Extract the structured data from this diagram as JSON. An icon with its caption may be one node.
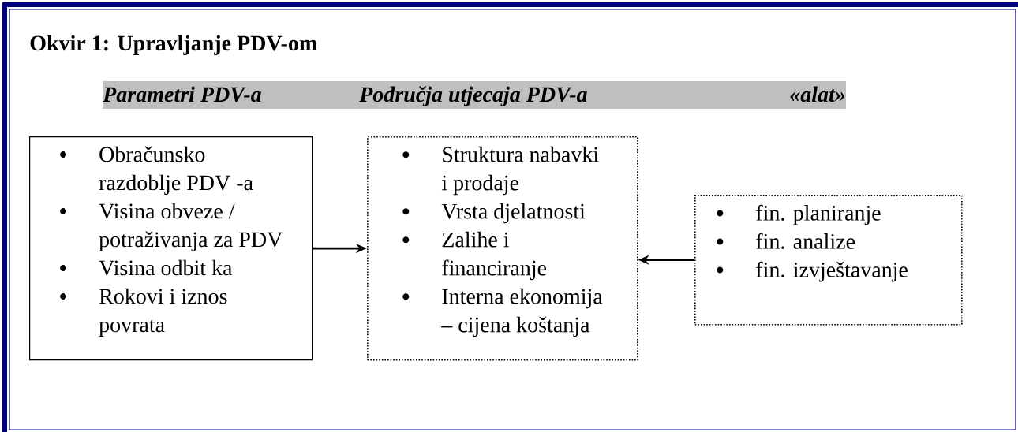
{
  "diagram": {
    "title": "Okvir 1: Upravljanje PDV-om",
    "nodes": [
      {
        "text": [
          "Obračunsko razdoblje PDV -a",
          "Visina obveze / potraživanja za PDV",
          "Visina odbit ka",
          "Rokovi i iznos povrata"
        ]
      },
      {
        "text": [
          "Struktura nabavki i prodaje",
          "Vrsta djelatnosti",
          "Zalihe i financiranje",
          "Interna ekonomija – cijena koštanja"
        ]
      },
      {
        "text": [
          "fin. planiranje",
          "fin. analize",
          "fin. izvještavanje"
        ]
      }
    ],
    "edges": [
      {
        "from": 0,
        "to": 1,
        "arrow": "to"
      },
      {
        "from": 2,
        "to": 1,
        "arrow": "to"
      }
    ],
    "labels": [
      "Parametri PDV-a",
      "Područja utjecaja PDV-a",
      "«alat»"
    ]
  }
}
